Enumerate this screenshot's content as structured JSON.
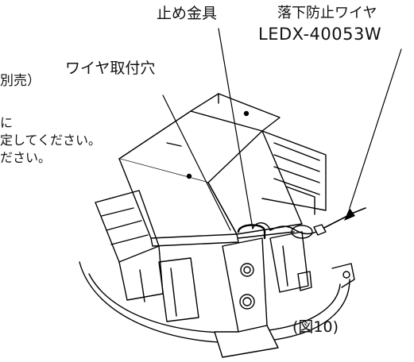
{
  "labels": {
    "stopper": "止め金具",
    "wire_name": "落下防止ワイヤ",
    "wire_part": "LEDX-40053W",
    "wire_hole": "ワイヤ取付穴",
    "side_fragment_1": "別売）",
    "side_fragment_2": "に",
    "side_fragment_3": "定してください。",
    "side_fragment_4": "ださい。",
    "figure_number": "(図10)"
  }
}
